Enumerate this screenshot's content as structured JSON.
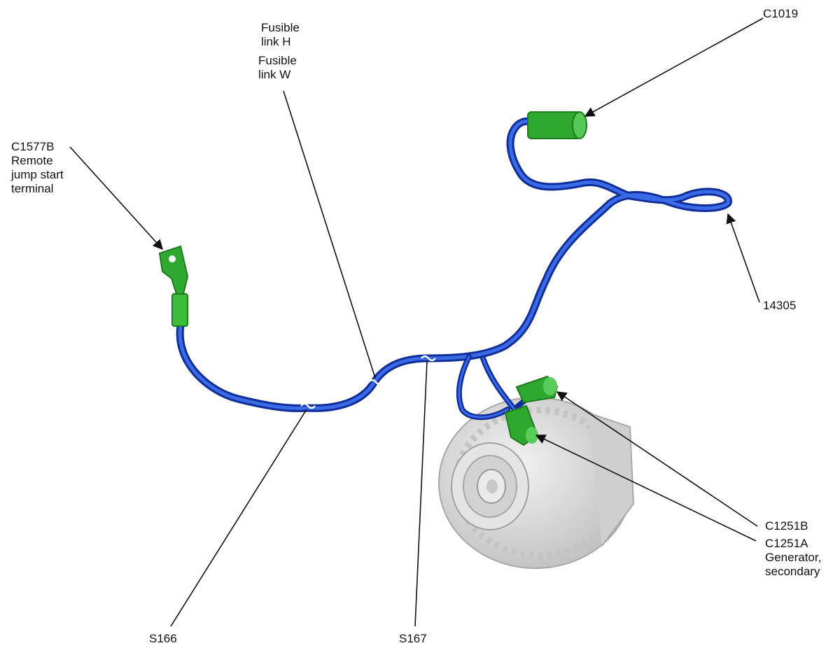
{
  "labels": {
    "fusible_h": [
      "Fusible",
      "link H"
    ],
    "fusible_w": [
      "Fusible",
      "link W"
    ],
    "c1019": "C1019",
    "c1577b": [
      "C1577B",
      "Remote",
      "jump start",
      "terminal"
    ],
    "p14305": "14305",
    "c1251b": "C1251B",
    "c1251a": [
      "C1251A",
      "Generator,",
      "secondary"
    ],
    "s166": "S166",
    "s167": "S167"
  },
  "colors": {
    "harness": "#1a3fc0",
    "harness_highlight": "#4a78ee",
    "connector": "#2fa82f",
    "connector_light": "#6fd46f",
    "generator": "#d9d9d9",
    "generator_shade": "#b5b5b5",
    "leader": "#111111"
  }
}
